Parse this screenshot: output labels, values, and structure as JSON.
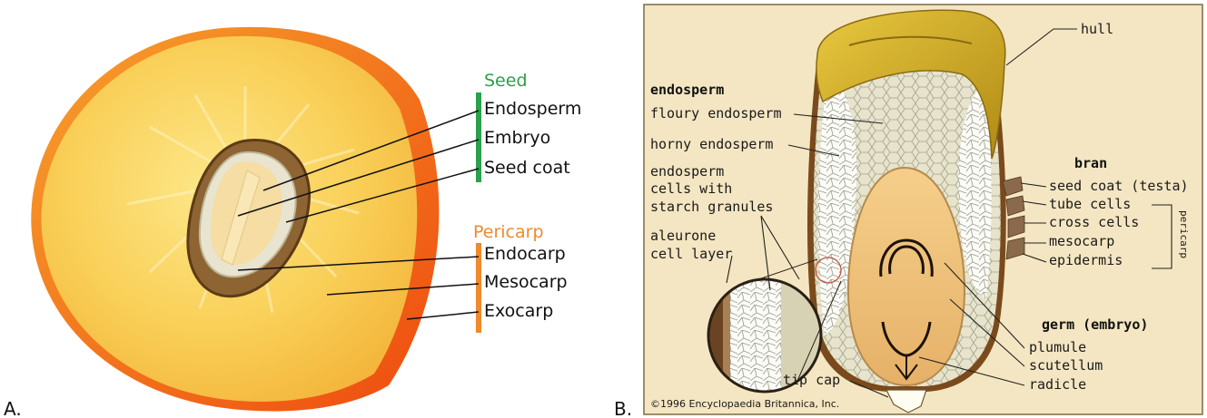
{
  "panel_a": {
    "letter": "A.",
    "seed_group": {
      "title": "Seed",
      "color": "#2aa14a",
      "labels": [
        "Endosperm",
        "Embryo",
        "Seed coat"
      ]
    },
    "pericarp_group": {
      "title": "Pericarp",
      "color": "#f08a2c",
      "labels": [
        "Endocarp",
        "Mesocarp",
        "Exocarp"
      ]
    }
  },
  "panel_b": {
    "letter": "B.",
    "background_color": "#f4e6c2",
    "labels": {
      "hull": "hull",
      "endosperm_header": "endosperm",
      "floury_endosperm": "floury endosperm",
      "horny_endosperm": "horny endosperm",
      "endosperm_cells": [
        "endosperm",
        "cells with",
        "starch granules"
      ],
      "aleurone": [
        "aleurone",
        "cell layer"
      ],
      "bran_header": "bran",
      "bran_items": [
        "seed coat (testa)",
        "tube cells",
        "cross cells",
        "mesocarp",
        "epidermis"
      ],
      "pericarp_side": "pericarp",
      "germ_header": "germ (embryo)",
      "germ_items": [
        "plumule",
        "scutellum",
        "radicle"
      ],
      "tip_cap": "tip cap",
      "copyright": "©1996 Encyclopaedia Britannica, Inc."
    }
  }
}
